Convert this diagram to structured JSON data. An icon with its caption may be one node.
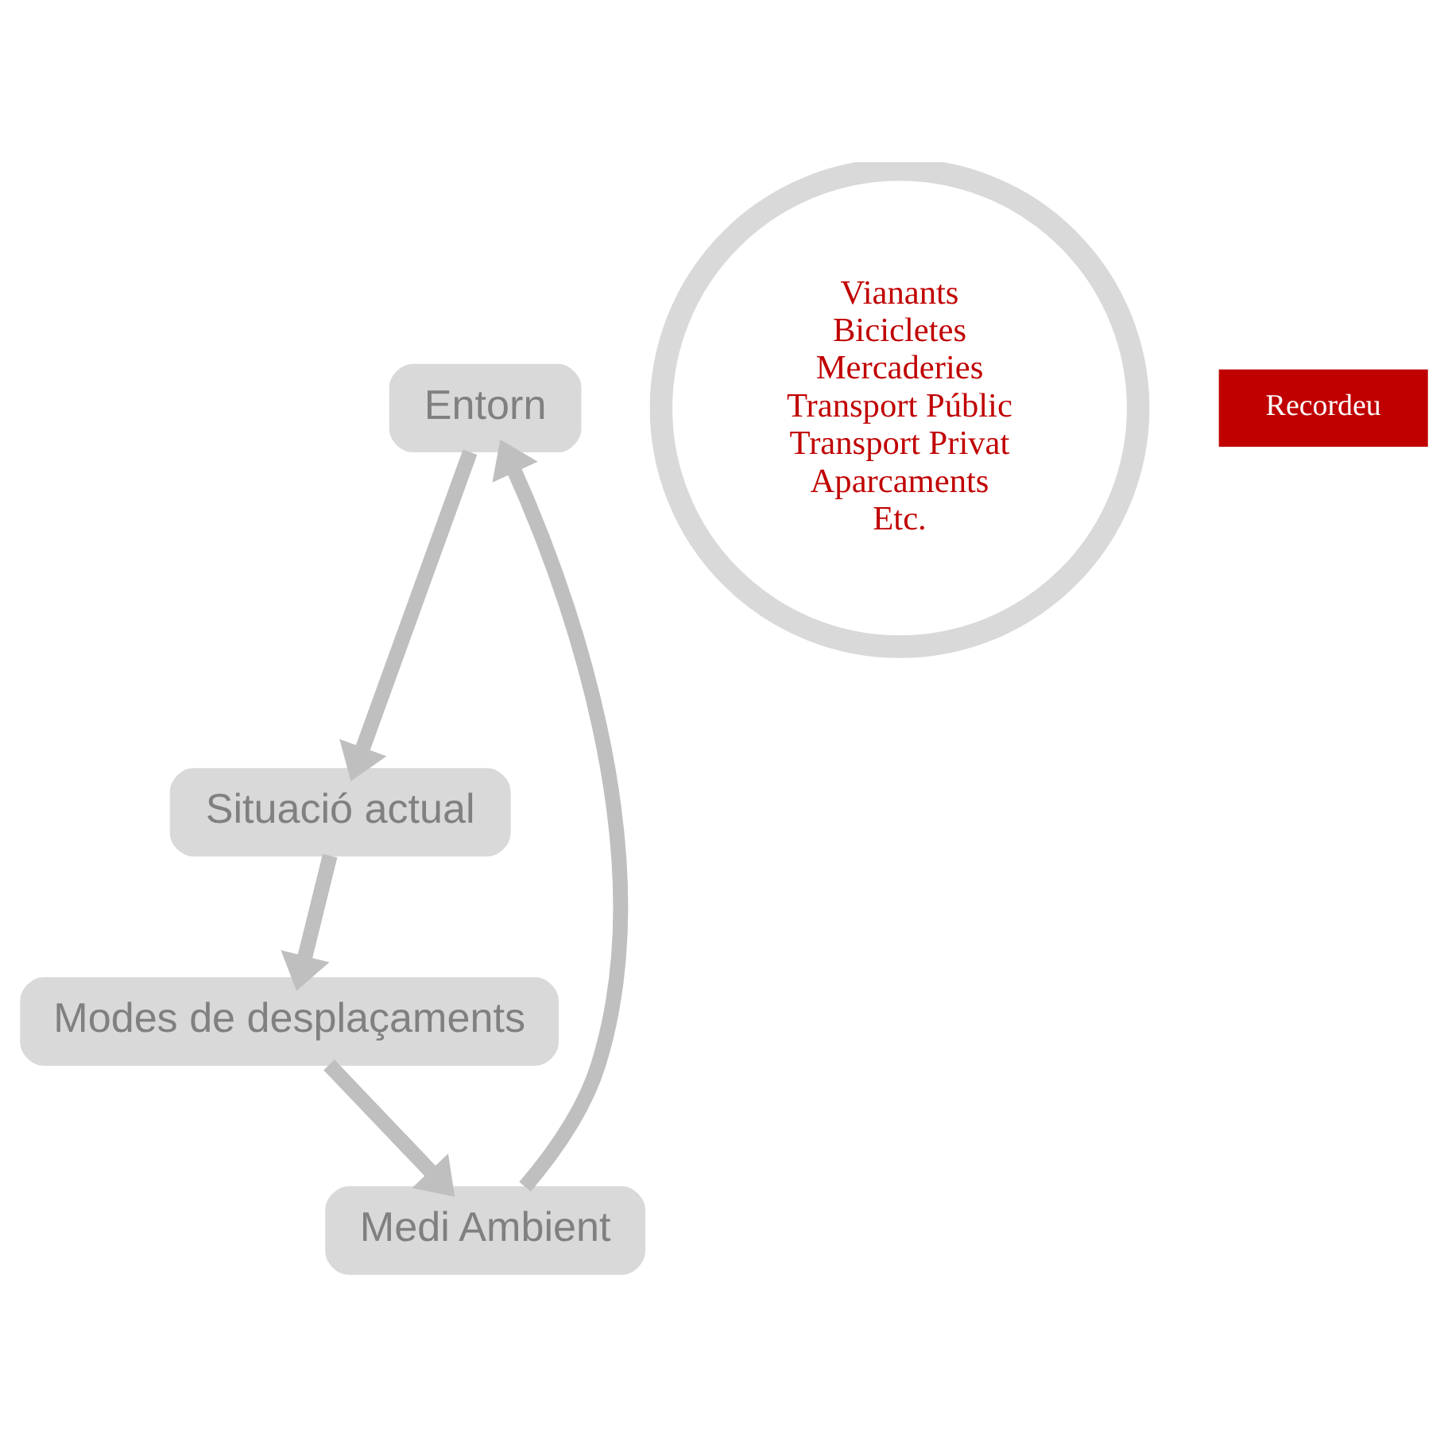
{
  "diagram": {
    "nodes": [
      {
        "text": [
          "Entorn"
        ]
      },
      {
        "text": [
          "Medi Ambient"
        ]
      },
      {
        "text": [
          "Vianants",
          "Bicicletes",
          "Mercaderies",
          "Transport Públic",
          "Transport Privat",
          "Aparcaments",
          "Etc."
        ]
      },
      {
        "text": [
          "Modes de desplaçaments"
        ]
      },
      {
        "text": [
          "Situació actual"
        ]
      },
      {
        "text": [
          "Recordeu"
        ]
      }
    ],
    "edges": [
      {
        "from": 0,
        "to": 4,
        "arrow": "to"
      },
      {
        "from": 4,
        "to": 3,
        "arrow": "to"
      },
      {
        "from": 3,
        "to": 1,
        "arrow": "to"
      },
      {
        "from": 1,
        "to": 0,
        "arrow": "to"
      }
    ]
  }
}
